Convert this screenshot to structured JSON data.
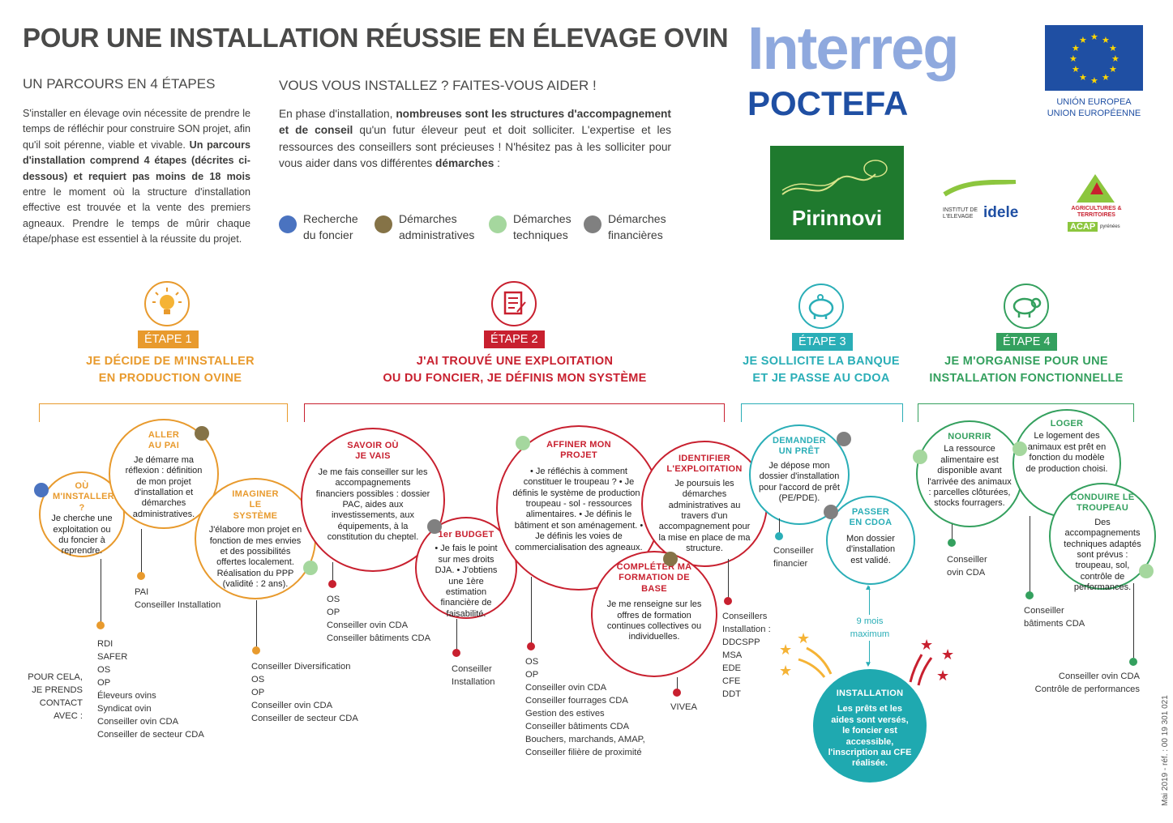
{
  "header": {
    "title": "POUR UNE INSTALLATION RÉUSSIE EN ÉLEVAGE OVIN",
    "subtitle_left": "UN PARCOURS EN 4 ÉTAPES",
    "subtitle_right": "VOUS VOUS INSTALLEZ ? FAITES-VOUS AIDER !"
  },
  "intro": {
    "p1": "S'installer en élevage ovin nécessite de prendre le temps de réfléchir pour construire SON projet, afin qu'il soit pérenne, viable et vivable.",
    "p1_bold": "Un parcours d'installation comprend 4 étapes (décrites ci-dessous) et requiert pas moins de 18 mois",
    "p1_end": "entre le moment où la structure d'installation effective est trouvée et la vente des premiers agneaux. Prendre le temps de mûrir chaque étape/phase est essentiel à la réussite du projet."
  },
  "help": {
    "t1": "En phase d'installation,",
    "t1_bold": "nombreuses sont les structures d'accompagnement et de conseil",
    "t2": "qu'un futur éleveur peut et doit solliciter. L'expertise et les ressources des conseillers sont précieuses ! N'hésitez pas à les solliciter pour vous aider dans vos différentes",
    "t2_bold": "démarches",
    "t2_end": " :"
  },
  "legend": [
    {
      "label": "Recherche du foncier",
      "color": "#4a73c0"
    },
    {
      "label": "Démarches administratives",
      "color": "#857347"
    },
    {
      "label": "Démarches techniques",
      "color": "#a5d79e"
    },
    {
      "label": "Démarches financières",
      "color": "#808080"
    }
  ],
  "logos": {
    "interreg": "Interreg",
    "poctefa": "POCTEFA",
    "eu_line1": "UNIÓN EUROPEA",
    "eu_line2": "UNION EUROPÉENNE",
    "pirinnovi": "Pirinnovi",
    "idele_small": "INSTITUT DE L'ELEVAGE",
    "idele": "idele",
    "acap_line1": "AGRICULTURES & TERRITOIRES",
    "acap_line2": "ACAP",
    "acap_line3": "pyrénées"
  },
  "colors": {
    "orange": "#e89a2d",
    "red": "#c8202f",
    "teal": "#2aaeb7",
    "green": "#34a05e"
  },
  "steps": [
    {
      "badge": "ÉTAPE 1",
      "line1": "JE DÉCIDE DE M'INSTALLER",
      "line2": "EN PRODUCTION OVINE",
      "icon": "lightbulb-icon"
    },
    {
      "badge": "ÉTAPE 2",
      "line1": "J'AI TROUVÉ UNE EXPLOITATION",
      "line2": "OU DU FONCIER, JE DÉFINIS MON SYSTÈME",
      "icon": "document-pen-icon"
    },
    {
      "badge": "ÉTAPE 3",
      "line1": "JE SOLLICITE LA BANQUE",
      "line2": "ET JE PASSE AU CDOA",
      "icon": "piggy-bank-icon"
    },
    {
      "badge": "ÉTAPE 4",
      "line1": "JE M'ORGANISE POUR UNE",
      "line2": "INSTALLATION FONCTIONNELLE",
      "icon": "sheep-icon"
    }
  ],
  "circles": {
    "ou": {
      "title": "OÙ M'INSTALLER ?",
      "text": "Je cherche une exploitation ou du foncier à reprendre."
    },
    "pai": {
      "title": "ALLER AU PAI",
      "text": "Je démarre ma réflexion : définition de mon projet d'installation et démarches administratives."
    },
    "sys": {
      "title": "IMAGINER LE SYSTÈME",
      "text": "J'élabore mon projet en fonction de mes envies et des possibilités offertes localement. Réalisation du PPP (validité : 2 ans)."
    },
    "savoir": {
      "title": "SAVOIR OÙ JE VAIS",
      "text": "Je me fais conseiller sur les accompagnements financiers possibles : dossier PAC, aides aux investissements, aux équipements, à la constitution du cheptel."
    },
    "budget": {
      "title": "1er BUDGET",
      "text": "• Je fais le point sur mes droits DJA. • J'obtiens une 1ère estimation financière de faisabilité."
    },
    "affiner": {
      "title": "AFFINER MON PROJET",
      "text": "• Je réfléchis à comment constituer le troupeau ? • Je définis le système de production : troupeau - sol - ressources alimentaires. • Je définis le bâtiment et son aménagement. • Je définis les voies de commercialisation des agneaux."
    },
    "identifier": {
      "title": "IDENTIFIER L'EXPLOITATION",
      "text": "Je poursuis les démarches administratives au travers d'un accompagnement pour la mise en place de ma structure."
    },
    "formation": {
      "title": "COMPLÉTER MA FORMATION DE BASE",
      "text": "Je me renseigne sur les offres de formation continues collectives ou individuelles."
    },
    "pret": {
      "title": "DEMANDER UN PRÊT",
      "text": "Je dépose mon dossier d'installation pour l'accord de prêt (PE/PDE)."
    },
    "cdoa": {
      "title": "PASSER EN CDOA",
      "text": "Mon dossier d'installation est validé."
    },
    "nourrir": {
      "title": "NOURRIR",
      "text": "La ressource alimentaire est disponible avant l'arrivée des animaux : parcelles clôturées, stocks fourragers."
    },
    "loger": {
      "title": "LOGER",
      "text": "Le logement des animaux est prêt en fonction du modèle de production choisi."
    },
    "conduire": {
      "title": "CONDUIRE LE TROUPEAU",
      "text": "Des accompagnements techniques adaptés sont prévus : troupeau, sol, contrôle de performances."
    },
    "installation": {
      "title": "INSTALLATION",
      "text": "Les prêts et les aides sont versés, le foncier est accessible, l'inscription au CFE réalisée."
    }
  },
  "contacts": {
    "label": "POUR CELA, JE PRENDS CONTACT AVEC :",
    "ou": "RDI\nSAFER\nOS\nOP\nÉleveurs ovins\nSyndicat ovin\nConseiller ovin CDA\nConseiller de secteur CDA",
    "pai": "PAI\nConseiller Installation",
    "sys": "Conseiller Diversification\nOS\nOP\nConseiller ovin CDA\nConseiller de secteur CDA",
    "savoir": "OS\nOP\nConseiller ovin CDA\nConseiller bâtiments CDA",
    "budget": "Conseiller\nInstallation",
    "affiner": "OS\nOP\nConseiller ovin CDA\nConseiller fourrages CDA\nGestion des estives\nConseiller bâtiments CDA\nBouchers, marchands, AMAP,\nConseiller filière de proximité",
    "formation": "VIVEA",
    "identifier": "Conseillers\nInstallation :\nDDCSPP\nMSA\nEDE\nCFE\nDDT",
    "pret": "Conseiller\nfinancier",
    "nourrir": "Conseiller\novin CDA",
    "loger": "Conseiller\nbâtiments CDA",
    "conduire": "Conseiller ovin CDA\nContrôle de performances"
  },
  "delay": "9 mois\nmaximum",
  "reference": "Mai 2019 - réf. : 00 19 301 021"
}
